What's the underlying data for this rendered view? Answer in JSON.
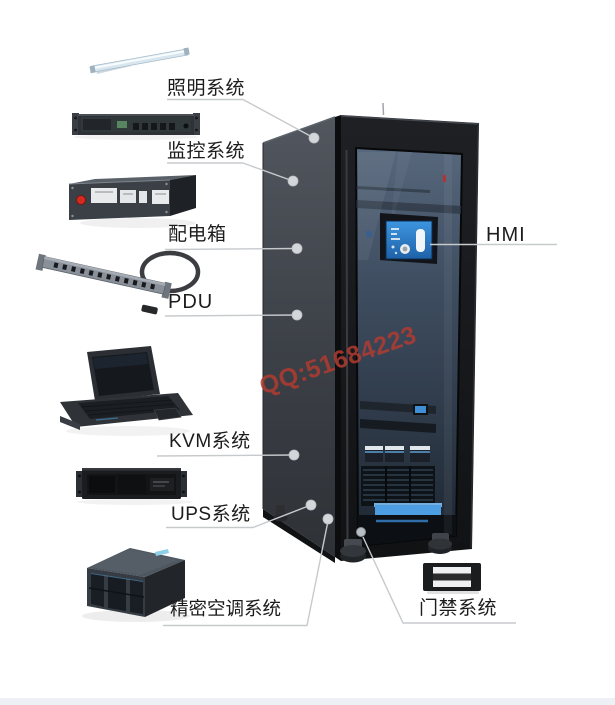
{
  "diagram": {
    "title_hint": "server rack cabinet system components diagram",
    "callouts": {
      "lighting": {
        "label": "照明系统"
      },
      "monitoring": {
        "label": "监控系统"
      },
      "distribution": {
        "label": "配电箱"
      },
      "pdu": {
        "label": "PDU"
      },
      "kvm": {
        "label": "KVM系统"
      },
      "ups": {
        "label": "UPS系统"
      },
      "ac": {
        "label": "精密空调系统"
      },
      "access": {
        "label": "门禁系统"
      },
      "hmi": {
        "label": "HMI"
      }
    },
    "products": [
      "lighting-tube",
      "monitoring-unit-1u",
      "power-distribution-box",
      "pdu-power-strip",
      "kvm-console-drawer",
      "ups-rack-unit",
      "precision-ac-unit",
      "magnetic-door-lock",
      "rack-cabinet-with-glass-door",
      "hmi-touchscreen"
    ]
  },
  "watermark": {
    "text": "QQ:51684223",
    "color": "#b23b31"
  },
  "colors": {
    "background": "#ffffff",
    "label_text": "#1c1c1c",
    "leader_line": "#c7cacd",
    "leader_dot": "#d4d7da",
    "rack_side_panel": "#3d4148",
    "rack_frame": "#17191d",
    "door_glass": "#44556a",
    "hmi_screen_blue": "#2b7fd4",
    "glow_strip_blue": "#4d9de2",
    "alarm_button_red": "#d42b1f",
    "footer_bar": "#edf1f6"
  }
}
